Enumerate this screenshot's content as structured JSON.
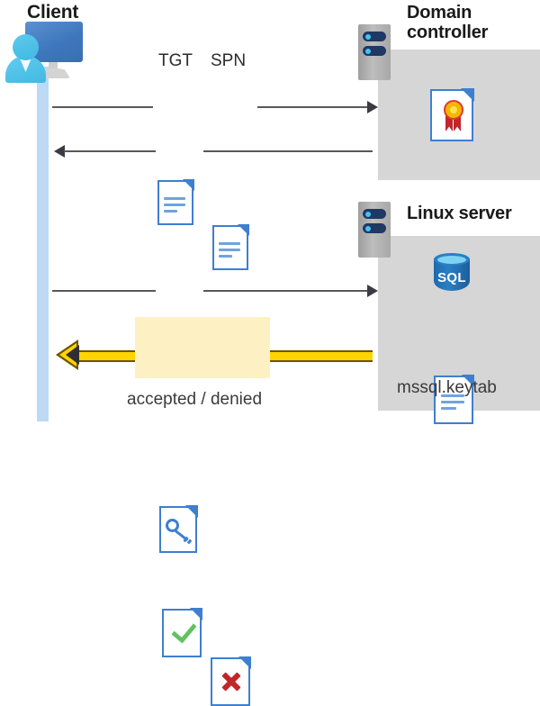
{
  "diagram": {
    "title": "Kerberos authentication flow between client, domain controller and Linux server"
  },
  "client": {
    "label": "Client",
    "icon": "client-computer-user-icon",
    "lifeline_color": "#bcd9f5"
  },
  "domain_controller": {
    "label_line1": "Domain",
    "label_line2": "controller",
    "server_icon": "server-rack-icon",
    "contents": [
      {
        "icon": "certificate-document-icon",
        "label": ""
      }
    ],
    "panel_color": "#d6d6d6"
  },
  "linux_server": {
    "label": "Linux server",
    "server_icon": "server-rack-icon",
    "contents": [
      {
        "icon": "sql-database-icon",
        "label": "SQL"
      },
      {
        "icon": "keytab-document-icon",
        "label": "mssql.keytab"
      }
    ],
    "panel_color": "#d6d6d6"
  },
  "messages": [
    {
      "id": "request-tgt-spn",
      "direction": "right",
      "from": "client",
      "to": "domain_controller",
      "payload_labels": [
        "TGT",
        "SPN"
      ],
      "payload_icons": [
        "text-document-icon",
        "text-document-icon"
      ],
      "line_color": "#585858"
    },
    {
      "id": "service-ticket-response",
      "direction": "left",
      "from": "domain_controller",
      "to": "client",
      "payload_labels": [],
      "payload_icons": [
        "key-document-icon"
      ],
      "line_color": "#585858"
    },
    {
      "id": "present-service-ticket",
      "direction": "right",
      "from": "client",
      "to": "linux_server",
      "payload_labels": [],
      "payload_icons": [
        "key-document-icon"
      ],
      "line_color": "#585858"
    },
    {
      "id": "auth-result",
      "direction": "left",
      "from": "linux_server",
      "to": "client",
      "payload_labels": [
        "accepted / denied"
      ],
      "payload_icons": [
        "accepted-document-icon",
        "denied-document-icon"
      ],
      "line_color": "#ffd400",
      "line_outline_color": "#6e5400",
      "highlight_color": "#fdf1c4"
    }
  ],
  "labels": {
    "tgt": "TGT",
    "spn": "SPN",
    "accepted_denied": "accepted / denied",
    "mssql_keytab": "mssql.keytab",
    "sql": "SQL"
  },
  "colors": {
    "document_blue": "#3e7fd0",
    "panel_gray": "#d6d6d6",
    "arrow_gray": "#585858",
    "highlight_yellow": "#fdf1c4",
    "arrow_yellow": "#ffd400",
    "accept_green": "#63c163",
    "deny_red": "#c0262a",
    "lifeline_blue": "#bcd9f5",
    "sql_blue": "#2a7fc4"
  }
}
